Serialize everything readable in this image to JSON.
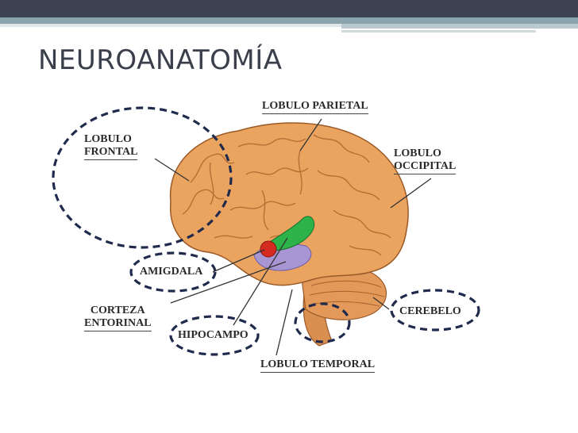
{
  "slide": {
    "title": "NEUROANATOMÍA",
    "accent_colors": {
      "top_bar": "#3d4250",
      "band": "#8aa3ad"
    }
  },
  "diagram": {
    "labels": {
      "frontal_1": "LOBULO",
      "frontal_2": "FRONTAL",
      "parietal": "LOBULO PARIETAL",
      "occipital_1": "LOBULO",
      "occipital_2": "OCCIPITAL",
      "amigdala": "AMIGDALA",
      "corteza_1": "CORTEZA",
      "corteza_2": "ENTORINAL",
      "hipocampo": "HIPOCAMPO",
      "cerebelo": "CEREBELO",
      "temporal": "LOBULO TEMPORAL"
    },
    "colors": {
      "brain": "#e8a25c",
      "hippocampus": "#2db34a",
      "amygdala": "#d42a1f",
      "entorhinal": "#9b8cc9",
      "dashed_circle": "#1f2a4d"
    }
  }
}
